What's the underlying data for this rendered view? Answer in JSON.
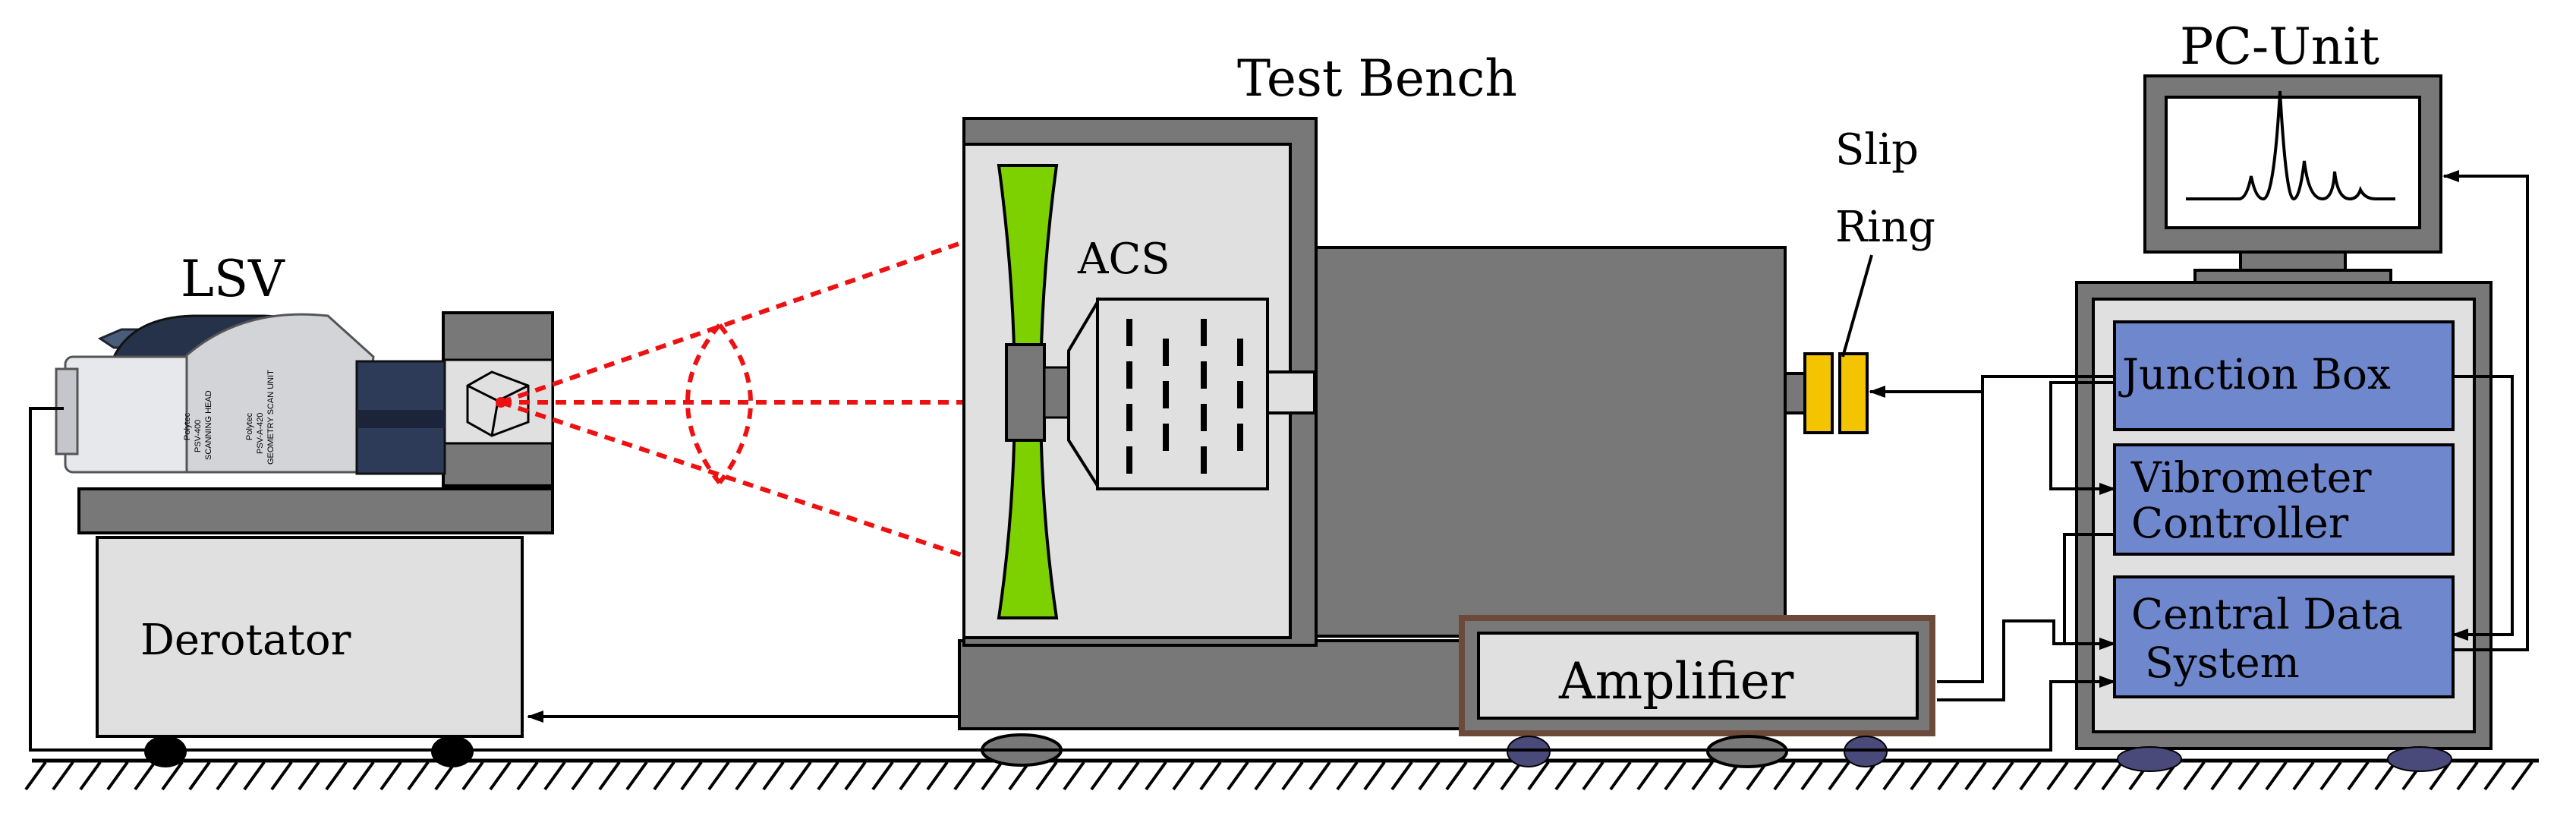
{
  "diagram": {
    "labels": {
      "lsv": "LSV",
      "test_bench": "Test Bench",
      "acs": "ACS",
      "slip_ring_line1": "Slip",
      "slip_ring_line2": "Ring",
      "pc_unit": "PC-Unit",
      "derotator": "Derotator",
      "amplifier": "Amplifier",
      "junction_box": "Junction Box",
      "vibrometer_controller_line1": "Vibrometer",
      "vibrometer_controller_line2": "Controller",
      "central_data_system_line1": "Central Data",
      "central_data_system_line2": "System"
    },
    "camera_print": {
      "brand": "Polytec",
      "model_front": "PSV-400",
      "head_front": "SCANNING HEAD",
      "brand_back": "Polytec",
      "model_back": "PSV-A-420",
      "head_back": "GEOMETRY SCAN UNIT"
    },
    "colors": {
      "frame_dark": "#787878",
      "panel_light": "#e0e0e0",
      "module_blue": "#6f87cc",
      "blade_green": "#7ed100",
      "slip_ring_yellow": "#f5c400",
      "laser_red": "#ee1111",
      "amplifier_border": "#6b4a3a",
      "wheel_purple": "#4a4a7a"
    }
  }
}
